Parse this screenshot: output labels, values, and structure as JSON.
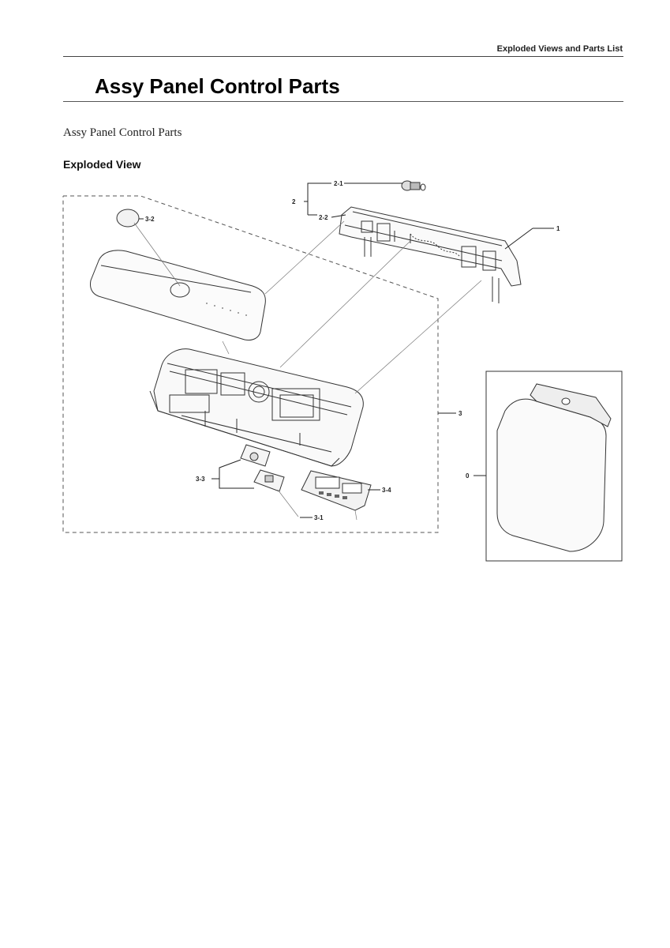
{
  "header": {
    "section_label": "Exploded Views and Parts List"
  },
  "page": {
    "title": "Assy Panel Control Parts",
    "subtitle": "Assy Panel Control Parts",
    "section_heading": "Exploded View"
  },
  "callouts": {
    "c1": "1",
    "c2": "2",
    "c2_1": "2-1",
    "c2_2": "2-2",
    "c3": "3",
    "c3_1": "3-1",
    "c3_2": "3-2",
    "c3_3": "3-3",
    "c3_4": "3-4",
    "c0": "0"
  }
}
